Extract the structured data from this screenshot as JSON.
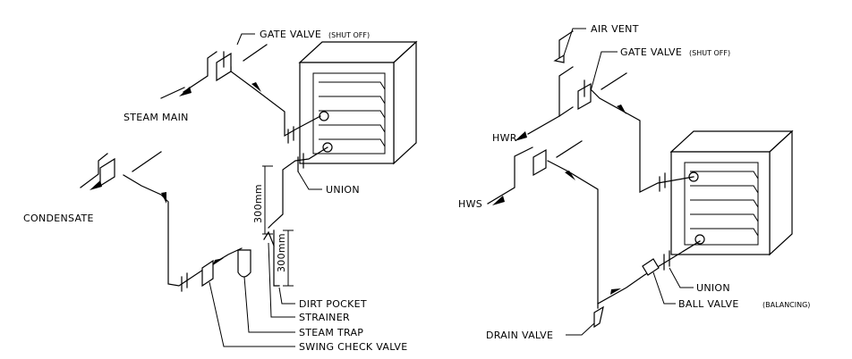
{
  "steam": {
    "gate_valve": "GATE VALVE",
    "gate_valve_note": "(SHUT OFF)",
    "steam_main": "STEAM MAIN",
    "condensate": "CONDENSATE",
    "union": "UNION",
    "dim_vertical": "300mm",
    "dim_pocket": "300mm",
    "dirt_pocket": "DIRT POCKET",
    "strainer": "STRAINER",
    "steam_trap": "STEAM TRAP",
    "swing_check_valve": "SWING CHECK VALVE"
  },
  "water": {
    "air_vent": "AIR VENT",
    "gate_valve": "GATE VALVE",
    "gate_valve_note": "(SHUT OFF)",
    "hwr": "HWR",
    "hws": "HWS",
    "union": "UNION",
    "ball_valve": "BALL VALVE",
    "ball_valve_note": "(BALANCING)",
    "drain_valve": "DRAIN VALVE"
  }
}
